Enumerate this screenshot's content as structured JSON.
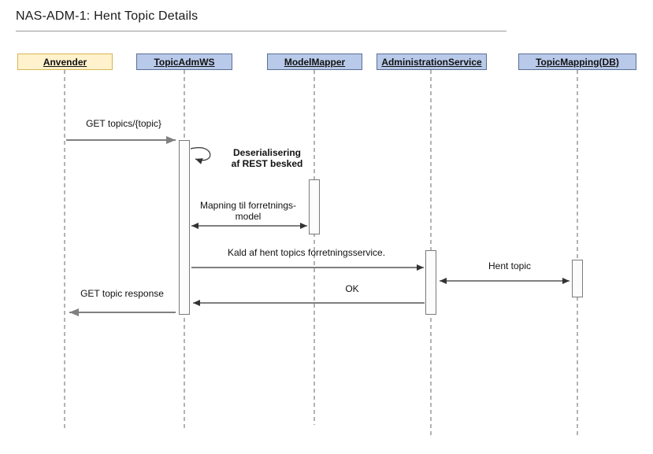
{
  "title": "NAS-ADM-1: Hent Topic Details",
  "actors": [
    {
      "label": "Anvender",
      "type": "user"
    },
    {
      "label": "TopicAdmWS",
      "type": "service"
    },
    {
      "label": "ModelMapper",
      "type": "service"
    },
    {
      "label": "AdministrationService",
      "type": "service"
    },
    {
      "label": "TopicMapping(DB)",
      "type": "service"
    }
  ],
  "messages": {
    "get_topics": "GET topics/{topic}",
    "deserialize_line1": "Deserialisering",
    "deserialize_line2": "af REST besked",
    "mapping_line1": "Mapning til forretnings-",
    "mapping_line2": "model",
    "kald_service": "Kald af hent topics forretningsservice.",
    "hent_topic": "Hent topic",
    "ok": "OK",
    "get_response": "GET topic response"
  },
  "colors": {
    "actor_user_fill": "#fff2cc",
    "actor_user_border": "#d6b656",
    "actor_service_fill": "#b8c9e9",
    "actor_service_border": "#5d6f94",
    "lifeline": "#8a8a8a",
    "arrow_black": "#333333",
    "arrow_gray": "#808080",
    "activation_fill": "#fcfcfc",
    "activation_border": "#7a7a7a"
  }
}
